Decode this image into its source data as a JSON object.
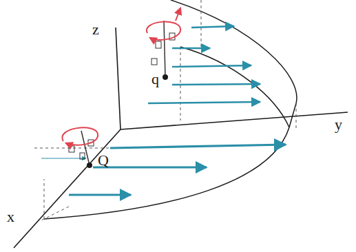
{
  "diagram": {
    "labels": [
      "z",
      "y",
      "x",
      "q",
      "Q"
    ]
  }
}
